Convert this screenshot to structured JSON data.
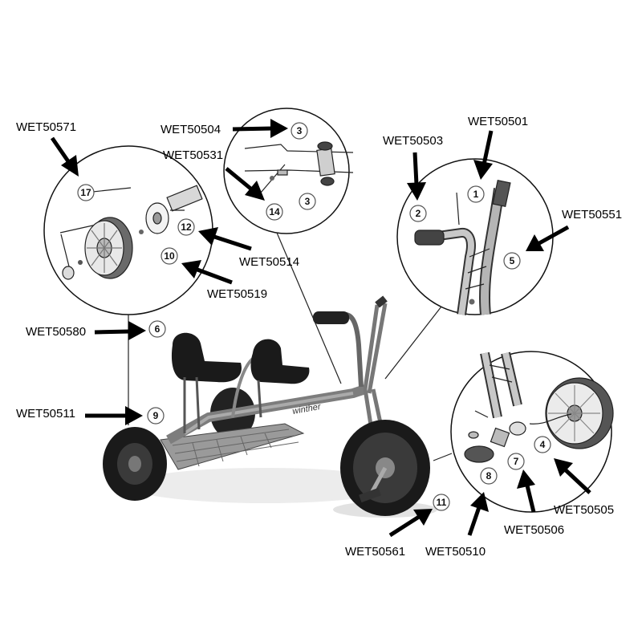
{
  "part_codes": {
    "c50571": "WET50571",
    "c50504": "WET50504",
    "c50531": "WET50531",
    "c50503": "WET50503",
    "c50501": "WET50501",
    "c50551": "WET50551",
    "c50514": "WET50514",
    "c50519": "WET50519",
    "c50580": "WET50580",
    "c50511": "WET50511",
    "c50505": "WET50505",
    "c50506": "WET50506",
    "c50561": "WET50561",
    "c50510": "WET50510"
  },
  "part_numbers": {
    "n1": "1",
    "n2": "2",
    "n3a": "3",
    "n3b": "3",
    "n4": "4",
    "n5": "5",
    "n6": "6",
    "n7": "7",
    "n8": "8",
    "n9": "9",
    "n10": "10",
    "n11": "11",
    "n12": "12",
    "n14": "14",
    "n17": "17"
  },
  "brand_text": "winther",
  "colors": {
    "frame": "#8a8a8a",
    "tyre": "#222222",
    "seat": "#1a1a1a",
    "callout": "#000000"
  }
}
